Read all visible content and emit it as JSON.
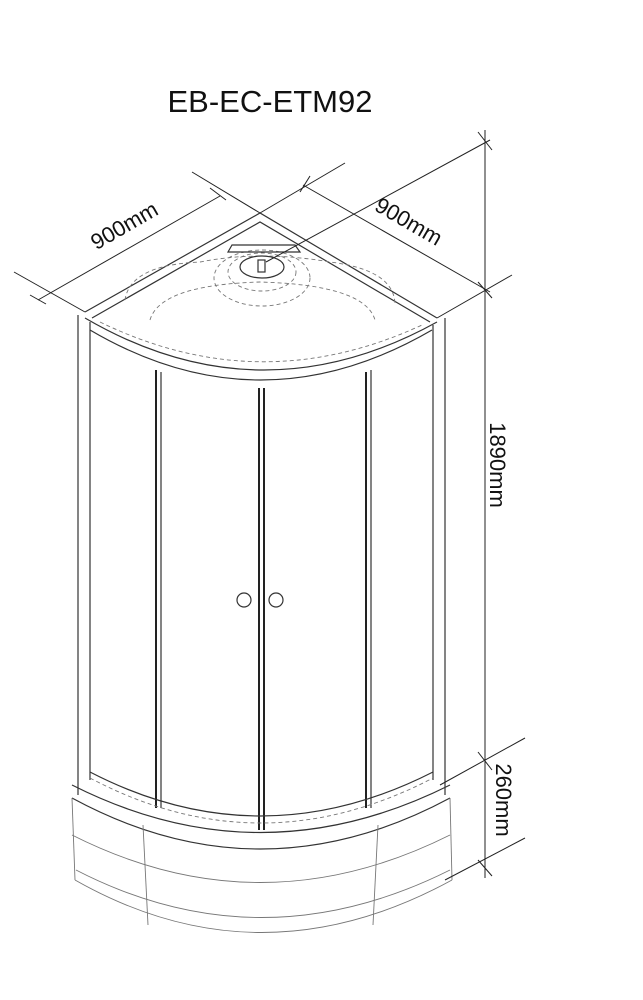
{
  "title": "EB-EC-ETM92",
  "dimensions": {
    "width_left": "900mm",
    "width_right": "900mm",
    "height": "1890mm",
    "tray_height": "260mm"
  }
}
